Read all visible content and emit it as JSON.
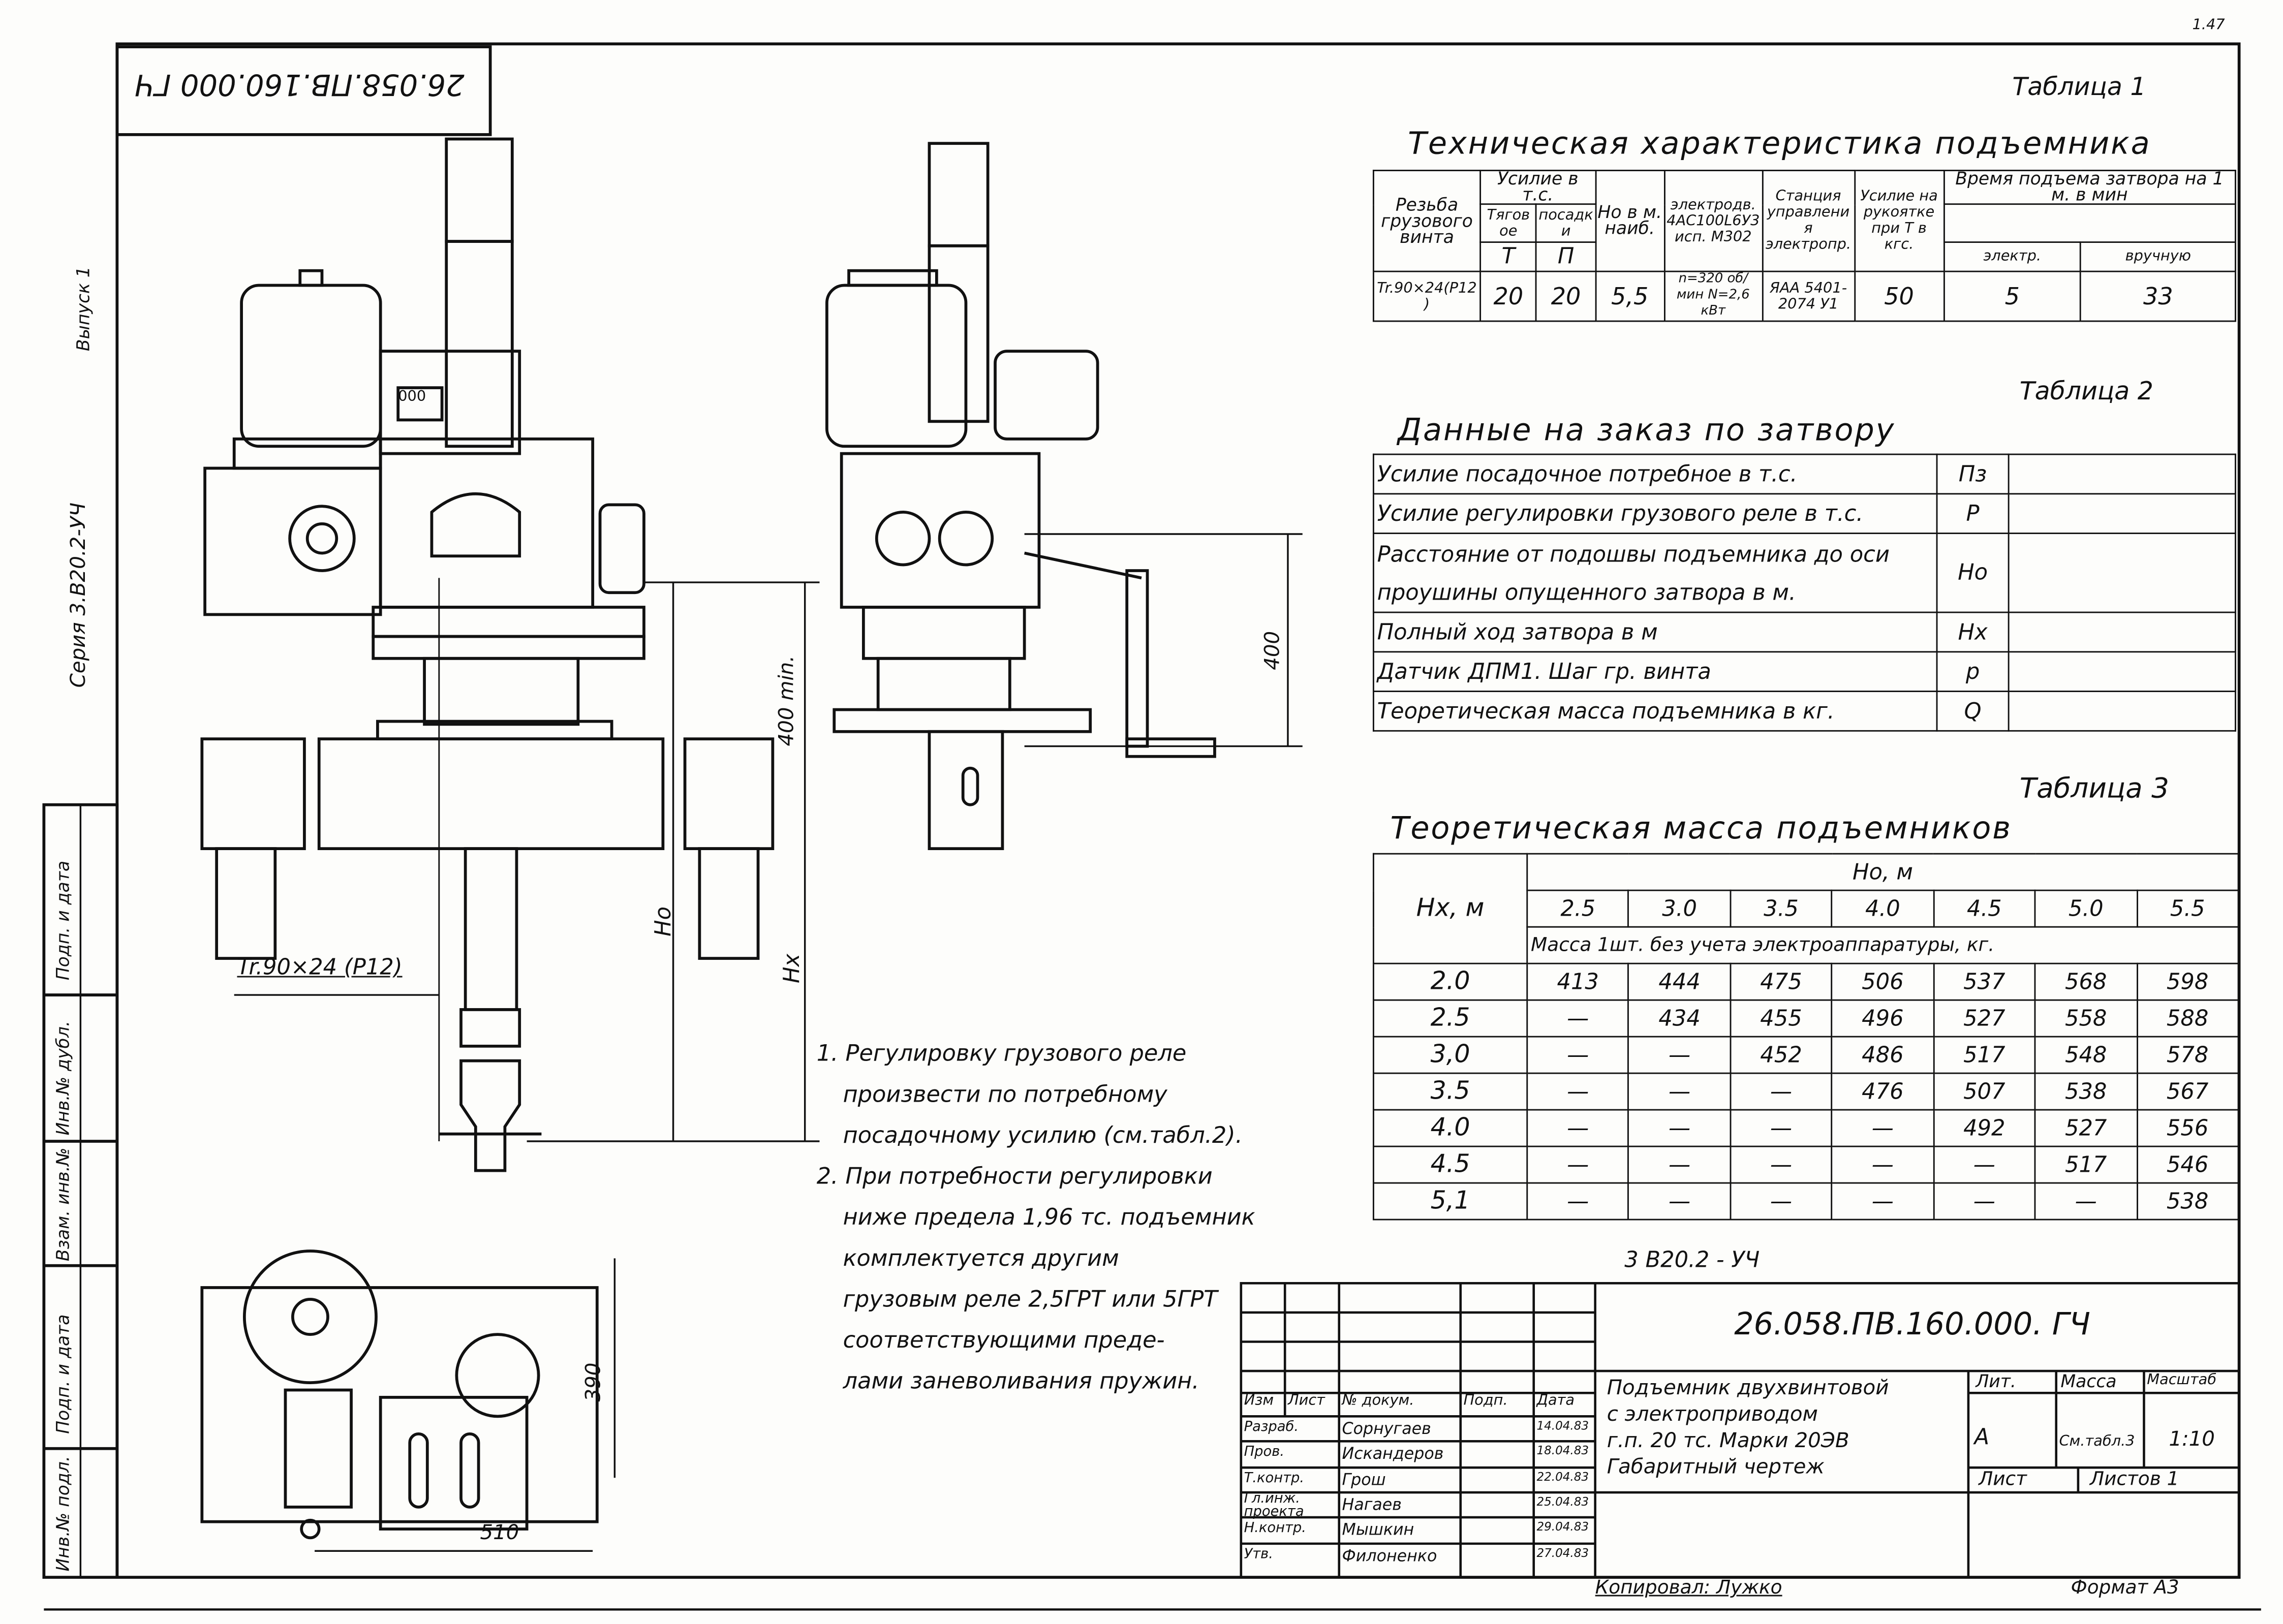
{
  "sheet": {
    "mirrored_code": "26.058.ПВ.160.000 ГЧ",
    "corner_mark": "1.47",
    "series_label": "Серия 3.В20.2-УЧ",
    "issue_label": "Выпуск 1",
    "side_stamps": [
      "Инв.№ подл.",
      "Подп. и дата",
      "Взам. инв.№",
      "Инв.№ дубл.",
      "Подп. и дата"
    ],
    "series_code_bottom": "3 В20.2 - УЧ",
    "copied_by": "Копировал: Лужко",
    "format": "Формат А3"
  },
  "drawing": {
    "dim_400min": "400 min.",
    "dim_400": "400",
    "dim_ho": "Но",
    "dim_hx": "Нх",
    "thread": "Tr.90×24 (P12)",
    "dim_390": "390",
    "dim_510": "510",
    "counter": "000"
  },
  "table1": {
    "label": "Таблица 1",
    "title": "Техническая характеристика подъемника",
    "headers": {
      "thread": "Резьба грузового винта",
      "force": "Усилие в т.с.",
      "force_t": "Тяговое",
      "force_t_sym": "Т",
      "force_p": "посадки",
      "force_p_sym": "П",
      "ho": "Но в м. наиб.",
      "motor": "электродв. 4АС100L6У3 исп. М302",
      "station": "Станция управления электропр.",
      "handle": "Усилие на рукоятке при Т в кгс.",
      "time": "Время подъема затвора на 1 м. в мин",
      "time_e": "электр.",
      "time_m": "вручную"
    },
    "row": [
      "Tr.90×24(P12)",
      "20",
      "20",
      "5,5",
      "n=320 об/мин N=2,6 кВт",
      "ЯАА 5401-2074 У1",
      "50",
      "5",
      "33"
    ]
  },
  "table2": {
    "label": "Таблица 2",
    "title": "Данные на заказ по затвору",
    "rows": [
      {
        "text": "Усилие посадочное потребное в т.с.",
        "sym": "Пз"
      },
      {
        "text": "Усилие регулировки грузового реле в т.с.",
        "sym": "Р"
      },
      {
        "text": "Расстояние от подошвы подъемника до оси проушины опущенного затвора в м.",
        "sym": "Но"
      },
      {
        "text": "Полный ход затвора в м",
        "sym": "Нх"
      },
      {
        "text": "Датчик ДПМ1. Шаг гр. винта",
        "sym": "р"
      },
      {
        "text": "Теоретическая масса подъемника в кг.",
        "sym": "Q"
      }
    ]
  },
  "table3": {
    "label": "Таблица 3",
    "title": "Теоретическая масса подъемников",
    "row_header": "Нх, м",
    "col_group": "Но, м",
    "cols": [
      "2.5",
      "3.0",
      "3.5",
      "4.0",
      "4.5",
      "5.0",
      "5.5"
    ],
    "subtitle": "Масса 1шт. без учета электроаппаратуры, кг.",
    "rows": [
      {
        "hx": "2.0",
        "v": [
          "413",
          "444",
          "475",
          "506",
          "537",
          "568",
          "598"
        ]
      },
      {
        "hx": "2.5",
        "v": [
          "—",
          "434",
          "455",
          "496",
          "527",
          "558",
          "588"
        ]
      },
      {
        "hx": "3,0",
        "v": [
          "—",
          "—",
          "452",
          "486",
          "517",
          "548",
          "578"
        ]
      },
      {
        "hx": "3.5",
        "v": [
          "—",
          "—",
          "—",
          "476",
          "507",
          "538",
          "567"
        ]
      },
      {
        "hx": "4.0",
        "v": [
          "—",
          "—",
          "—",
          "—",
          "492",
          "527",
          "556"
        ]
      },
      {
        "hx": "4.5",
        "v": [
          "—",
          "—",
          "—",
          "—",
          "—",
          "517",
          "546"
        ]
      },
      {
        "hx": "5,1",
        "v": [
          "—",
          "—",
          "—",
          "—",
          "—",
          "—",
          "538"
        ]
      }
    ]
  },
  "notes": [
    "1. Регулировку грузового реле",
    "произвести по потребному",
    "посадочному усилию (см.табл.2).",
    "2. При потребности регулировки",
    "ниже предела 1,96 тс. подъемник",
    "комплектуется другим",
    "грузовым реле 2,5ГРТ или 5ГРТ",
    "соответствующими преде-",
    "лами заневоливания пружин."
  ],
  "title_block": {
    "code": "26.058.ПВ.160.000. ГЧ",
    "name": [
      "Подъемник двухвинтовой",
      "с электроприводом",
      "г.п. 20 тс. Марки 20ЭВ",
      "Габаритный чертеж"
    ],
    "lit_label": "Лит.",
    "mass_label": "Масса",
    "scale_label": "Масштаб",
    "lit": "А",
    "mass": "См.табл.3",
    "scale": "1:10",
    "sheet_label": "Лист",
    "sheets_label": "Листов 1",
    "head": [
      "Изм",
      "Лист",
      "№ докум.",
      "Подп.",
      "Дата"
    ],
    "people": [
      {
        "role": "Разраб.",
        "name": "Сорнугаев",
        "date": "14.04.83"
      },
      {
        "role": "Пров.",
        "name": "Искандеров",
        "date": "18.04.83"
      },
      {
        "role": "Т.контр.",
        "name": "Грош",
        "date": "22.04.83"
      },
      {
        "role": "Гл.инж. проекта",
        "name": "Нагаев",
        "date": "25.04.83"
      },
      {
        "role": "Н.контр.",
        "name": "Мышкин",
        "date": "29.04.83"
      },
      {
        "role": "Утв.",
        "name": "Филоненко",
        "date": "27.04.83"
      }
    ]
  }
}
